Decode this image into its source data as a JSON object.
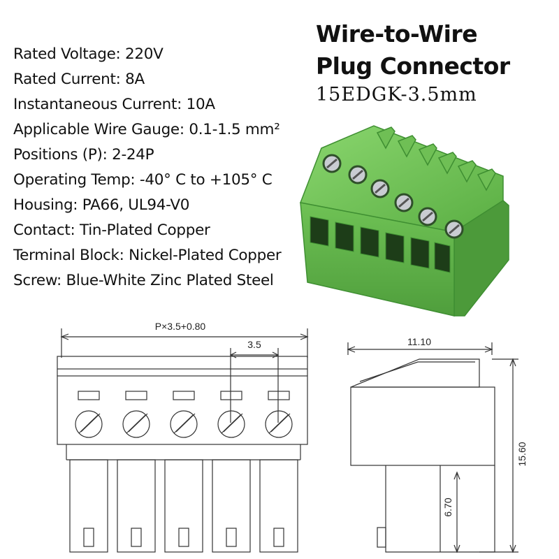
{
  "title": {
    "line1": "Wire-to-Wire",
    "line2": "Plug Connector",
    "model": "15EDGK-3.5mm"
  },
  "specs": [
    "Rated Voltage: 220V",
    "Rated Current: 8A",
    "Instantaneous Current: 10A",
    "Applicable Wire Gauge: 0.1-1.5 mm²",
    "Positions (P): 2-24P",
    "Operating Temp: -40° C to +105° C",
    "Housing: PA66, UL94-V0",
    "Contact: Tin-Plated Copper",
    "Terminal Block: Nickel-Plated Copper",
    "Screw: Blue-White Zinc Plated Steel"
  ],
  "dimensions": {
    "overall_width": "P×3.5+0.80",
    "pitch": "3.5",
    "depth": "11.10",
    "height": "15.60",
    "lower_height": "6.70"
  },
  "colors": {
    "housing_green": "#5fb84a",
    "housing_green_dark": "#3f8f32",
    "housing_green_light": "#7dcc63",
    "line": "#333333"
  }
}
